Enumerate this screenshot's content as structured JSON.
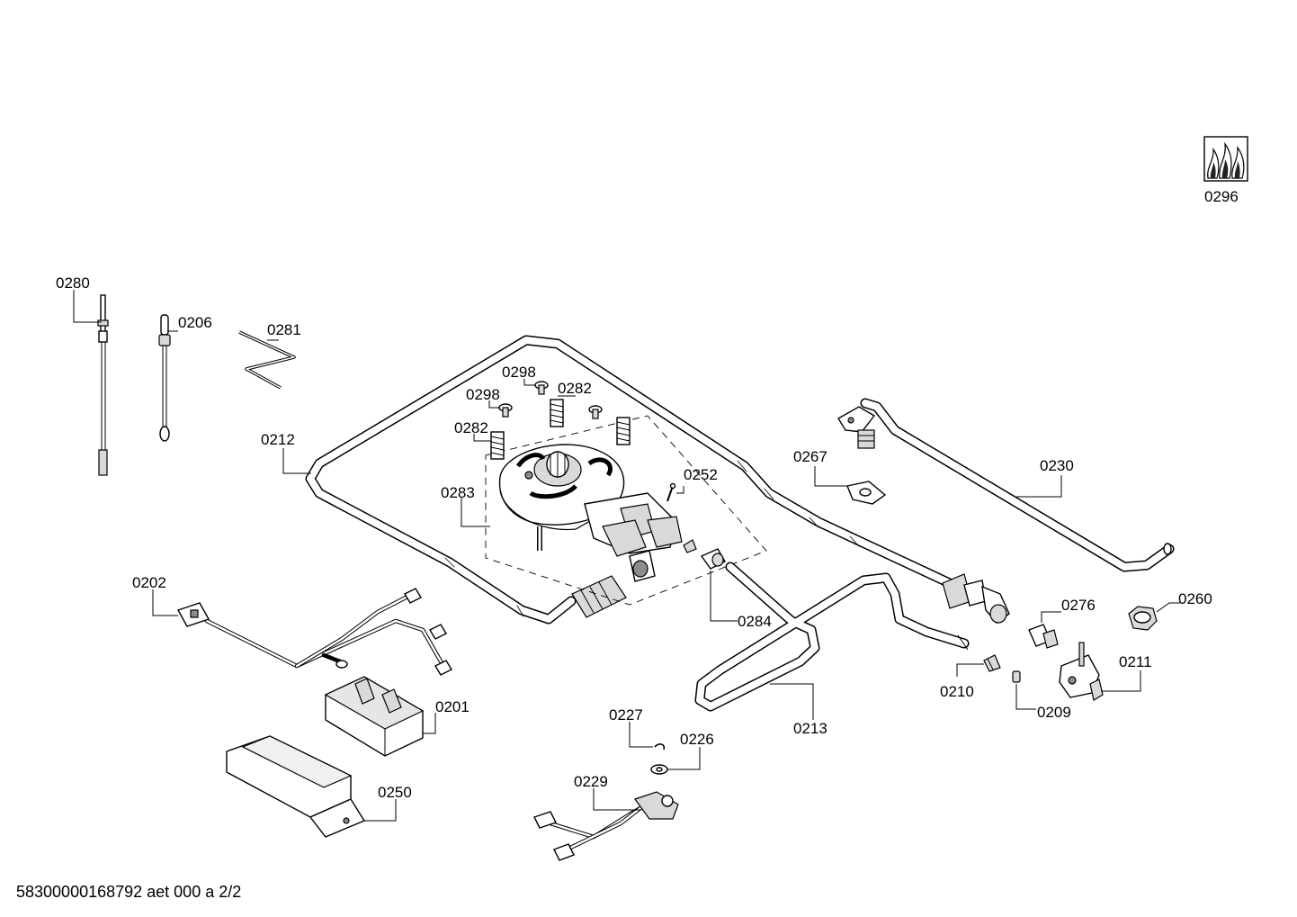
{
  "footer_text": "58300000168792 aet 000 a 2/2",
  "parts": {
    "p0201": "0201",
    "p0202": "0202",
    "p0206": "0206",
    "p0209": "0209",
    "p0210": "0210",
    "p0211": "0211",
    "p0212": "0212",
    "p0213": "0213",
    "p0226": "0226",
    "p0227": "0227",
    "p0229": "0229",
    "p0230": "0230",
    "p0250": "0250",
    "p0252": "0252",
    "p0260": "0260",
    "p0267": "0267",
    "p0276": "0276",
    "p0280": "0280",
    "p0281": "0281",
    "p0282a": "0282",
    "p0282b": "0282",
    "p0283": "0283",
    "p0284": "0284",
    "p0296": "0296",
    "p0298a": "0298",
    "p0298b": "0298"
  }
}
